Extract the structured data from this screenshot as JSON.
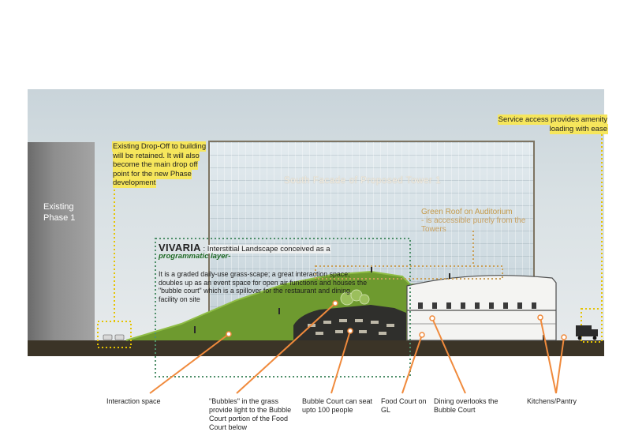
{
  "labels": {
    "existing_building": "Existing Phase 1",
    "tower_title": "South Facade of Proposed Tower 1",
    "green_roof_line1": "Green Roof on Auditorium",
    "green_roof_line2": "- is accessible purely from the Towers",
    "drop_off_note": "Existing Drop-Off to building will be retained. It will also become the main drop off point for the new Phase development",
    "service_note": "Service access provides amenity loading with ease"
  },
  "vivaria": {
    "title": "VIVARIA",
    "separator": " : ",
    "subtitle": "Interstitial Landscape conceived as a",
    "emphasis": "programmatic layer",
    "emphasis_tail": "-",
    "description": "It is a graded daily-use grass-scape; a great interaction space; doubles up as an event space for open air functions and houses the \"bubble court\" which is a spillover for the restaurant and dining facility on site"
  },
  "callouts": [
    "Interaction space",
    "\"Bubbles\" in the grass provide light to the Bubble Court portion of the Food Court below",
    "Bubble Court can seat upto 100 people",
    "Food Court on GL",
    "Dining overlooks the Bubble Court",
    "Kitchens/Pantry"
  ],
  "colors": {
    "sky": "#d6dee2",
    "ground": "#3b3427",
    "grass": "#6e9a2f",
    "leader": "#f08a3c",
    "dotted_frame": "#4f8f6a",
    "highlight": "#f6e65c"
  }
}
